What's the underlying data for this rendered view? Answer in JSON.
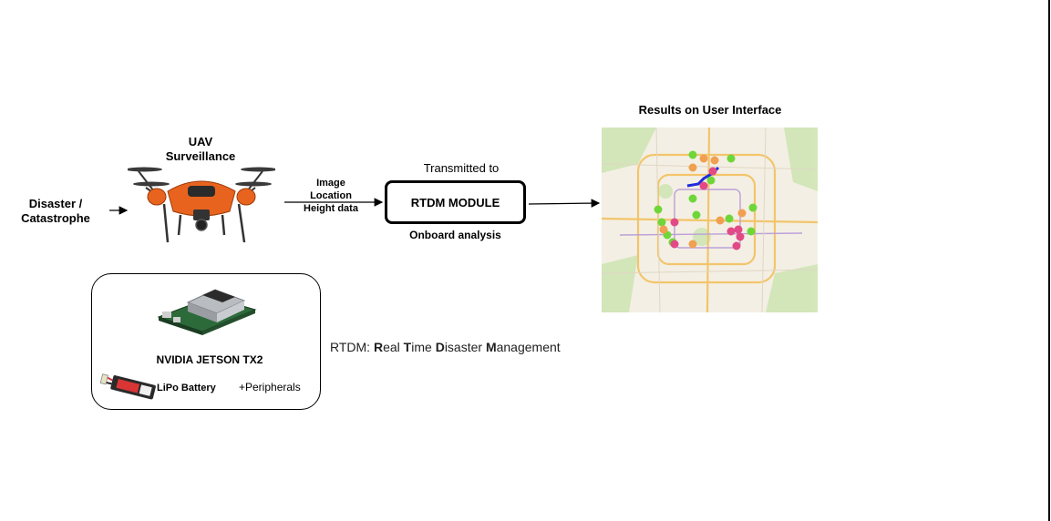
{
  "nodes": {
    "disaster": [
      "Disaster /",
      "Catastrophe"
    ],
    "uav": [
      "UAV",
      "Surveillance"
    ],
    "data_labels": [
      "Image",
      "Location",
      "Height data"
    ],
    "transmitted": "Transmitted to",
    "module": "RTDM MODULE",
    "onboard": "Onboard analysis",
    "results": "Results on User Interface"
  },
  "hardware": {
    "board": "NVIDIA JETSON TX2",
    "battery": "LiPo Battery",
    "peripherals": "+Peripherals"
  },
  "definition": {
    "prefix": "RTDM: ",
    "words": [
      {
        "initial": "R",
        "rest": "eal "
      },
      {
        "initial": "T",
        "rest": "ime "
      },
      {
        "initial": "D",
        "rest": "isaster "
      },
      {
        "initial": "M",
        "rest": "anagement"
      }
    ]
  },
  "colors": {
    "pin_green": "#6fd63a",
    "pin_orange": "#f0a050",
    "pin_pink": "#e24a86",
    "route_blue": "#1f2bdc",
    "drone_orange": "#e8641e"
  },
  "icons": [
    "drone-image",
    "jetson-board-image",
    "lipo-battery-image",
    "map-image"
  ]
}
